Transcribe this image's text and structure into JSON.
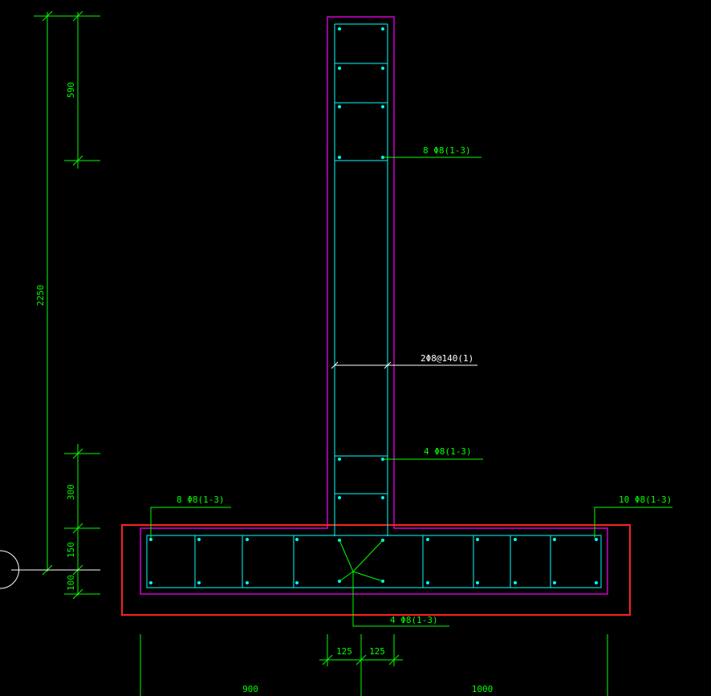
{
  "colors": {
    "background": "#000000",
    "dimension": "#00ff00",
    "rebar": "#00ffff",
    "outline": "#ff00ff",
    "selection": "#ff2020",
    "callout": "#00ff00",
    "leader": "#ffffff"
  },
  "dimensions": {
    "vertical": [
      "590",
      "2250",
      "300",
      "150",
      "100"
    ],
    "horizontal": [
      "125",
      "125",
      "900",
      "1000"
    ]
  },
  "annotations": {
    "column_top_bars": "8 Φ8(1-3)",
    "stirrup": "2Φ8@140(1)",
    "column_bottom_bars": "4 Φ8(1-3)",
    "beam_left_bars": "8 Φ8(1-3)",
    "beam_right_bars": "10 Φ8(1-3)",
    "beam_center_bars": "4 Φ8(1-3)"
  }
}
